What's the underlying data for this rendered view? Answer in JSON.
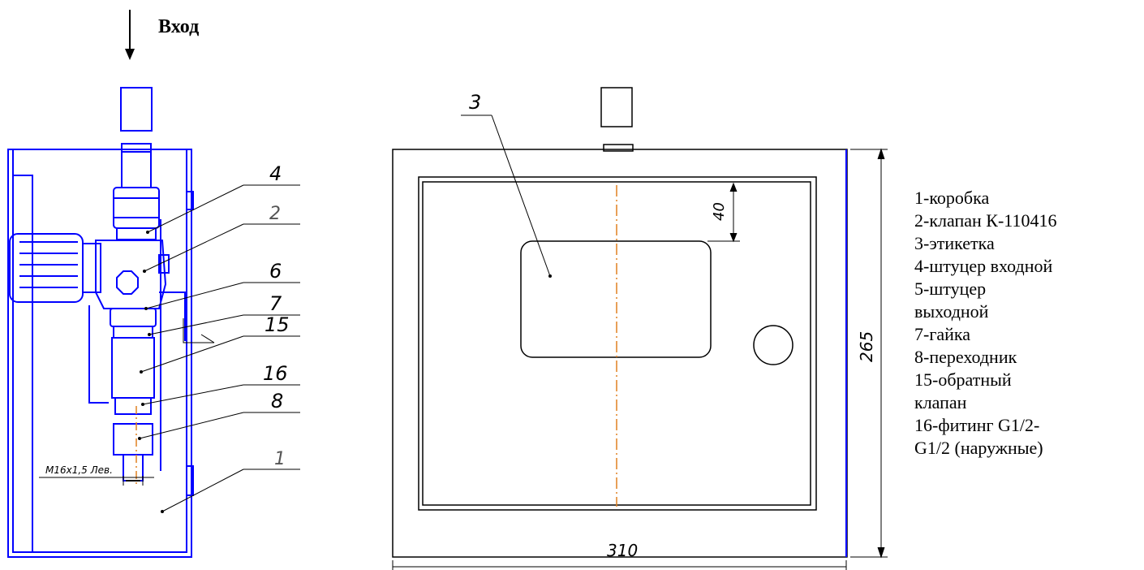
{
  "input_label": "Вход",
  "callouts": [
    "4",
    "2",
    "6",
    "7",
    "15",
    "16",
    "8",
    "1"
  ],
  "thread_label": "M16x1,5 Лев.",
  "front_callout": "3",
  "dimensions": {
    "label_offset": "40",
    "height": "265",
    "width": "310"
  },
  "legend": [
    "1-коробка",
    "2-клапан К-110416",
    "3-этикетка",
    "4-штуцер входной",
    "5-штуцер",
    "выходной",
    "7-гайка",
    "8-переходник",
    "15-обратный",
    "клапан",
    "16-фитинг G1/2-",
    "G1/2 (наружные)"
  ],
  "colors": {
    "box": "#0000ff",
    "line": "#000000",
    "axis": "#e08020"
  }
}
